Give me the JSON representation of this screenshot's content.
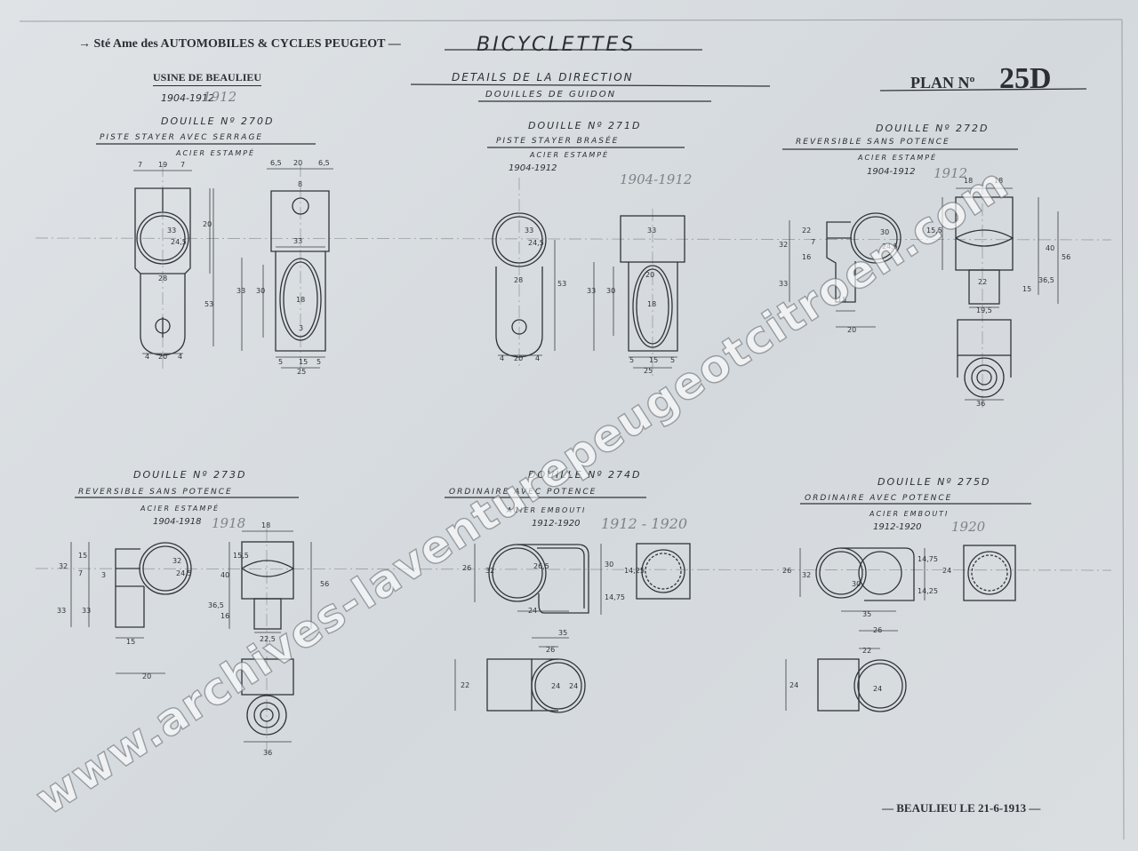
{
  "header": {
    "company": "Sté Ame des AUTOMOBILES & CYCLES PEUGEOT",
    "usine": "USINE DE BEAULIEU",
    "years_ink": "1904-1912",
    "years_pencil": "1912",
    "title": "BICYCLETTES",
    "subtitle1": "DETAILS DE LA DIRECTION",
    "subtitle2": "DOUILLES DE GUIDON",
    "plan_label": "PLAN Nº",
    "plan_number": "25D"
  },
  "parts": [
    {
      "id": "DOUILLE Nº 270D",
      "desc": "PISTE STAYER AVEC SERRAGE",
      "material": "ACIER ESTAMPÉ",
      "years": "",
      "pencil": ""
    },
    {
      "id": "DOUILLE Nº 271D",
      "desc": "PISTE STAYER BRASÉE",
      "material": "ACIER ESTAMPÉ",
      "years": "1904-1912",
      "pencil": "1904-1912"
    },
    {
      "id": "DOUILLE Nº 272D",
      "desc": "REVERSIBLE SANS POTENCE",
      "material": "ACIER ESTAMPÉ",
      "years": "1904-1912",
      "pencil": "1912"
    },
    {
      "id": "DOUILLE Nº 273D",
      "desc": "REVERSIBLE SANS POTENCE",
      "material": "ACIER ESTAMPÉ",
      "years": "1904-1918",
      "pencil": "1918"
    },
    {
      "id": "DOUILLE Nº 274D",
      "desc": "ORDINAIRE AVEC POTENCE",
      "material": "ACIER EMBOUTI",
      "years": "1912-1920",
      "pencil": "1912 - 1920"
    },
    {
      "id": "DOUILLE Nº 275D",
      "desc": "ORDINAIRE AVEC POTENCE",
      "material": "ACIER EMBOUTI",
      "years": "1912-1920",
      "pencil": "1920"
    }
  ],
  "dims": {
    "d270": [
      "7",
      "19",
      "7",
      "20",
      "33",
      "24,5",
      "28",
      "53",
      "4",
      "20",
      "4",
      "6,5",
      "20",
      "6,5",
      "8",
      "33",
      "33",
      "30",
      "18",
      "3",
      "5",
      "15",
      "5",
      "25"
    ],
    "d271": [
      "33",
      "24,5",
      "28",
      "53",
      "4",
      "20",
      "4",
      "33",
      "20",
      "33",
      "30",
      "18",
      "5",
      "15",
      "5",
      "25"
    ],
    "d272": [
      "32",
      "22",
      "7",
      "16",
      "30",
      "24,5",
      "33",
      "15",
      "20",
      "18",
      "18",
      "15,5",
      "40",
      "56",
      "36,5",
      "22",
      "15",
      "19,5",
      "36"
    ],
    "d273": [
      "32",
      "15",
      "7",
      "3",
      "32",
      "24,5",
      "33",
      "33",
      "15",
      "20",
      "18",
      "15,5",
      "40",
      "56",
      "36,5",
      "16",
      "22,5",
      "36"
    ],
    "d274": [
      "26",
      "32",
      "26,5",
      "30",
      "14,75",
      "14,25",
      "24",
      "35",
      "26",
      "22",
      "24",
      "24"
    ],
    "d275": [
      "26",
      "32",
      "30",
      "14,75",
      "14,25",
      "24",
      "35",
      "26",
      "22",
      "24",
      "24"
    ]
  },
  "footer": {
    "text": "BEAULIEU LE 21-6-1913"
  },
  "watermark": "www.archives-laventurepeugeotcitroen.com"
}
